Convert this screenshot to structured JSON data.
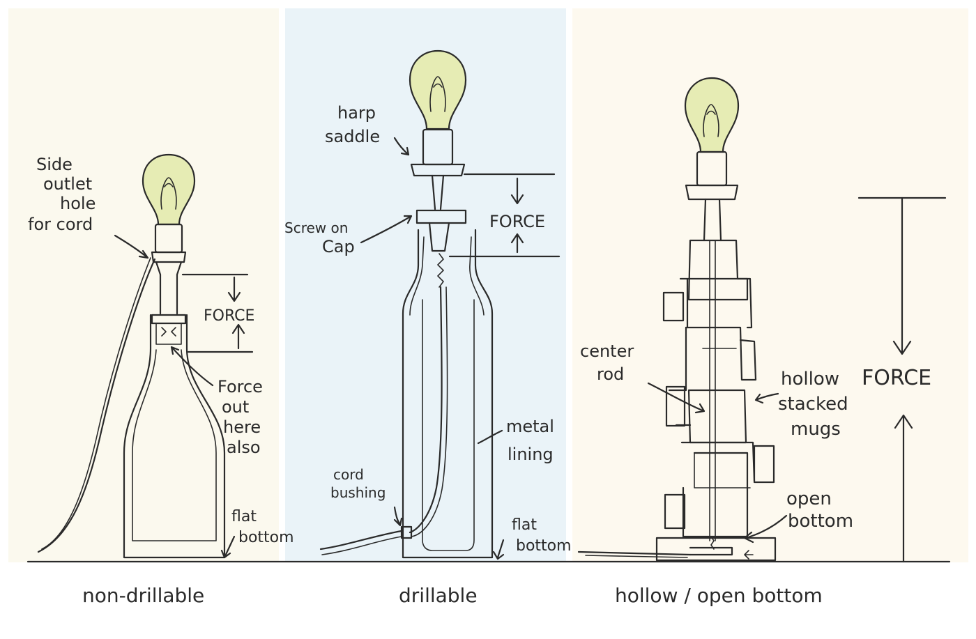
{
  "colors": {
    "panel_left_bg": "#fbf9ee",
    "panel_mid_bg": "#eaf3f8",
    "panel_right_bg": "#fdf9ef",
    "ink": "#2a2a2a",
    "bulb": "#e6ecb4"
  },
  "panels": {
    "left": {
      "caption": "non-drillable",
      "labels": {
        "side_outlet": [
          "Side",
          "outlet",
          "hole",
          "for cord"
        ],
        "force": "FORCE",
        "force_out": [
          "Force",
          "out",
          "here",
          "also"
        ],
        "flat_bottom": [
          "flat",
          "bottom"
        ]
      }
    },
    "middle": {
      "caption": "drillable",
      "labels": {
        "harp_saddle": [
          "harp",
          "saddle"
        ],
        "screw_cap": [
          "Screw on",
          "Cap"
        ],
        "force": "FORCE",
        "metal_lining": [
          "metal",
          "lining"
        ],
        "cord_bushing": [
          "cord",
          "bushing"
        ],
        "flat_bottom": [
          "flat",
          "bottom"
        ]
      }
    },
    "right": {
      "caption": "hollow / open bottom",
      "labels": {
        "center_rod": [
          "center",
          "rod"
        ],
        "hollow_mugs": [
          "hollow",
          "stacked",
          "mugs"
        ],
        "force": "FORCE",
        "open_bottom": [
          "open",
          "bottom"
        ]
      }
    }
  }
}
